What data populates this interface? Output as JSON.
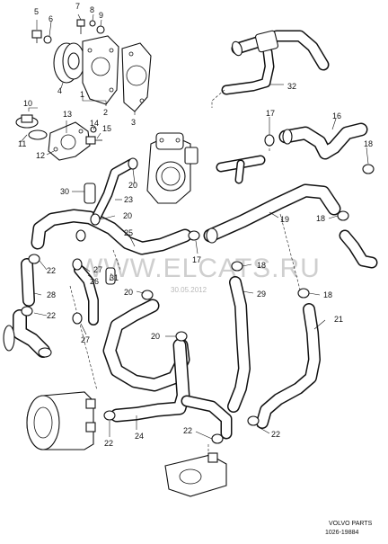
{
  "diagram": {
    "watermark": "WWW.ELCATS.RU",
    "date_stamp": "30.05.2012",
    "footer_brand": "VOLVO PARTS",
    "footer_code": "1026-19884",
    "labels": {
      "l5": "5",
      "l6": "6",
      "l7": "7",
      "l8": "8",
      "l9": "9",
      "l4": "4",
      "l1": "1",
      "l2": "2",
      "l3": "3",
      "l10": "10",
      "l11": "11",
      "l12": "12",
      "l13": "13",
      "l14": "14",
      "l15": "15",
      "l32": "32",
      "l17a": "17",
      "l16": "16",
      "l18a": "18",
      "l18b": "18",
      "l30": "30",
      "l23": "23",
      "l20a": "20",
      "l19": "19",
      "l25": "25",
      "l17b": "17",
      "l18c": "18",
      "l22a": "22",
      "l27a": "27",
      "l26": "26",
      "l31": "31",
      "l28": "28",
      "l20b": "20",
      "l29": "29",
      "l18d": "18",
      "l22b": "22",
      "l27b": "27",
      "l21": "21",
      "l20c": "20",
      "l22c": "22",
      "l24": "24",
      "l22d": "22",
      "l22e": "22"
    }
  }
}
